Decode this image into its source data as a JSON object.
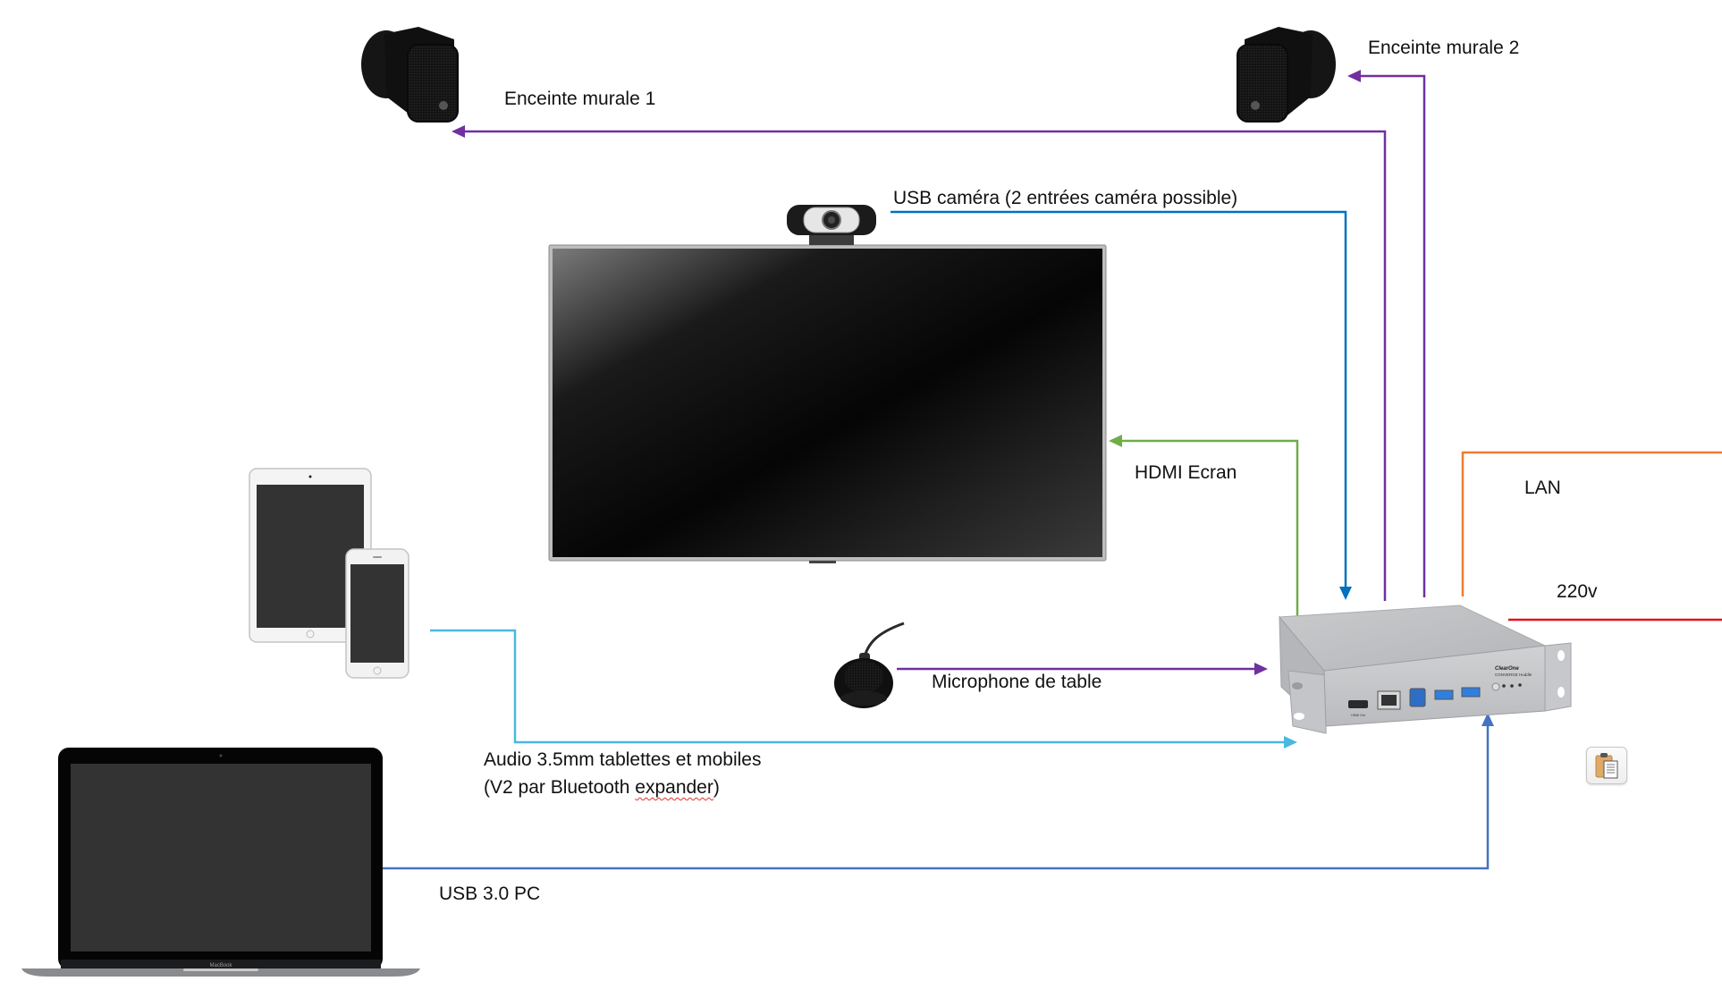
{
  "diagram": {
    "title": "",
    "nodes": {
      "speaker1": {
        "label": "Enceinte murale 1",
        "icon": "wall-speaker-icon"
      },
      "speaker2": {
        "label": "Enceinte murale 2",
        "icon": "wall-speaker-icon"
      },
      "camera": {
        "label": "USB caméra (2 entrées caméra possible)",
        "icon": "webcam-icon"
      },
      "screen": {
        "label": "HDMI Ecran",
        "icon": "tv-screen-icon"
      },
      "microphone": {
        "label": "Microphone de table",
        "icon": "table-microphone-icon"
      },
      "mobiles": {
        "label_line1": "Audio 3.5mm tablettes et mobiles",
        "label_line2_prefix": "(V2 par Bluetooth ",
        "label_line2_misspelled": "expander",
        "label_line2_suffix": ")",
        "icon": "tablet-phone-icon"
      },
      "laptop": {
        "label": "USB 3.0 PC",
        "icon": "laptop-icon",
        "brand_text": "MacBook"
      },
      "hub": {
        "brand": "ClearOne",
        "model": "CONVERGE Huddle",
        "ports": [
          "HDMI Out",
          "LAN",
          "USB-B",
          "USB 3.0",
          "USB 3.0"
        ],
        "icon": "converge-hub-icon"
      },
      "lan": {
        "label": "LAN"
      },
      "power": {
        "label": "220v"
      }
    },
    "connections": [
      {
        "id": "hub-to-speaker1",
        "from": "hub",
        "to": "speaker1",
        "color": "#7030a0"
      },
      {
        "id": "hub-to-speaker2",
        "from": "hub",
        "to": "speaker2",
        "color": "#7030a0"
      },
      {
        "id": "camera-to-hub",
        "from": "camera",
        "to": "hub",
        "color": "#0070c0"
      },
      {
        "id": "hub-to-screen",
        "from": "hub",
        "to": "screen",
        "color": "#70ad47"
      },
      {
        "id": "mic-to-hub",
        "from": "microphone",
        "to": "hub",
        "color": "#7030a0"
      },
      {
        "id": "mobiles-to-hub",
        "from": "mobiles",
        "to": "hub",
        "color": "#4bb8e0"
      },
      {
        "id": "laptop-to-hub",
        "from": "laptop",
        "to": "hub",
        "color": "#4472c4"
      },
      {
        "id": "lan-line",
        "from": "hub",
        "to": "lan",
        "color": "#ed7d31"
      },
      {
        "id": "power-line",
        "from": "power",
        "to": "hub",
        "color": "#e3121b"
      }
    ],
    "paste_options_icon": "clipboard-paste-icon"
  }
}
